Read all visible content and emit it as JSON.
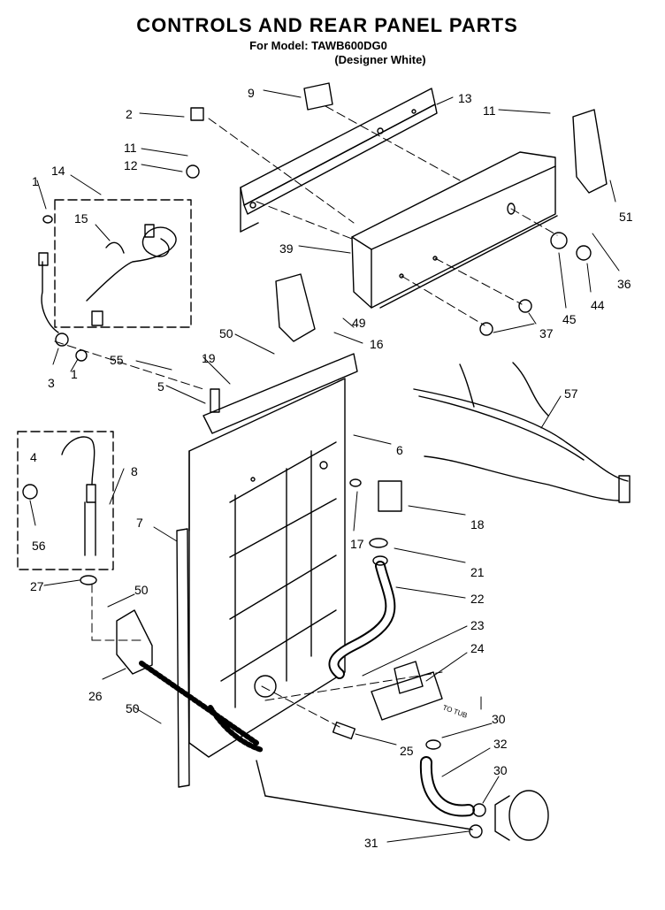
{
  "header": {
    "title": "CONTROLS AND REAR PANEL PARTS",
    "model_line": "For Model: TAWB600DG0",
    "color_line": "(Designer White)"
  },
  "diagram": {
    "small_tag": "TO TUB",
    "callouts": [
      "1",
      "1",
      "2",
      "3",
      "4",
      "5",
      "6",
      "7",
      "8",
      "9",
      "11",
      "11",
      "12",
      "13",
      "14",
      "15",
      "16",
      "17",
      "18",
      "19",
      "21",
      "22",
      "23",
      "24",
      "25",
      "26",
      "27",
      "30",
      "30",
      "31",
      "32",
      "36",
      "37",
      "39",
      "44",
      "45",
      "49",
      "50",
      "50",
      "50",
      "51",
      "55",
      "56",
      "57"
    ]
  }
}
